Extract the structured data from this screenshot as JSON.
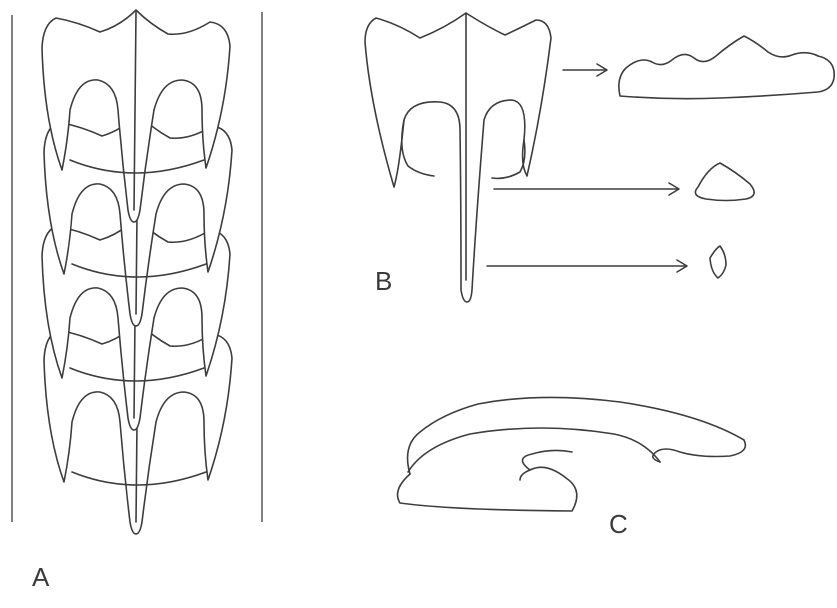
{
  "figure": {
    "labels": {
      "a": "A",
      "b": "B",
      "c": "C"
    },
    "panels": [
      {
        "id": "a",
        "content": "stacked-scale-column",
        "scale_count": 4
      },
      {
        "id": "b",
        "content": "single-scale-with-cross-sections",
        "section_count": 3
      },
      {
        "id": "c",
        "content": "scale-profile"
      }
    ],
    "colors": {
      "ink": "#3d3d3d",
      "background": "#ffffff",
      "stipple": "#6a6a6a"
    }
  }
}
